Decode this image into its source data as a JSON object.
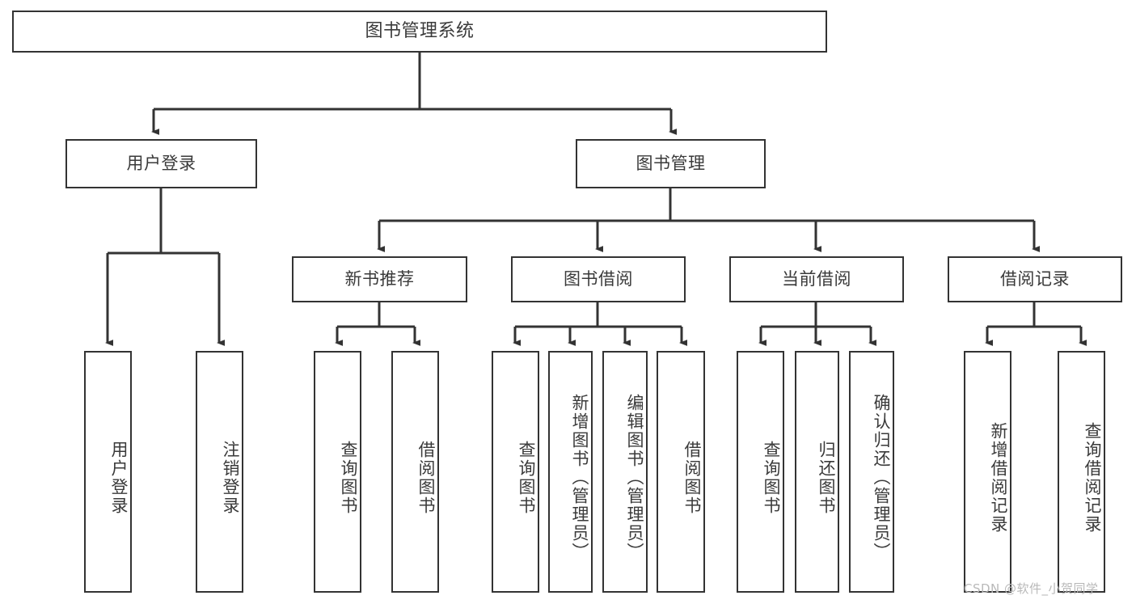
{
  "diagram": {
    "title": "图书管理系统",
    "type": "tree-hierarchy",
    "watermark": "CSDN @软件_小贺同学",
    "colors": {
      "box_border": "#333333",
      "box_fill": "#ffffff",
      "edge": "#333333",
      "text": "#3a3a3a",
      "background": "#ffffff",
      "watermark": "#b9b9b9"
    },
    "nodes": {
      "root": {
        "label": "图书管理系统"
      },
      "level1": [
        {
          "id": "user-login",
          "label": "用户登录"
        },
        {
          "id": "book-manage",
          "label": "图书管理"
        }
      ],
      "level2": [
        {
          "id": "new-book-rec",
          "label": "新书推荐"
        },
        {
          "id": "book-borrow",
          "label": "图书借阅"
        },
        {
          "id": "current-borrow",
          "label": "当前借阅"
        },
        {
          "id": "borrow-record",
          "label": "借阅记录"
        }
      ],
      "leaves": [
        {
          "id": "leaf-user-login",
          "label": "用户登录",
          "parent": "user-login"
        },
        {
          "id": "leaf-logout",
          "label": "注销登录",
          "parent": "user-login"
        },
        {
          "id": "leaf-query-book-1",
          "label": "查询图书",
          "parent": "new-book-rec"
        },
        {
          "id": "leaf-borrow-book-1",
          "label": "借阅图书",
          "parent": "new-book-rec"
        },
        {
          "id": "leaf-query-book-2",
          "label": "查询图书",
          "parent": "book-borrow"
        },
        {
          "id": "leaf-add-book",
          "label": "新增图书（管理员）",
          "parent": "book-borrow"
        },
        {
          "id": "leaf-edit-book",
          "label": "编辑图书（管理员）",
          "parent": "book-borrow"
        },
        {
          "id": "leaf-borrow-book-2",
          "label": "借阅图书",
          "parent": "book-borrow"
        },
        {
          "id": "leaf-query-book-3",
          "label": "查询图书",
          "parent": "current-borrow"
        },
        {
          "id": "leaf-return-book",
          "label": "归还图书",
          "parent": "current-borrow"
        },
        {
          "id": "leaf-confirm-return",
          "label": "确认归还（管理员）",
          "parent": "current-borrow"
        },
        {
          "id": "leaf-add-record",
          "label": "新增借阅记录",
          "parent": "borrow-record"
        },
        {
          "id": "leaf-query-record",
          "label": "查询借阅记录",
          "parent": "borrow-record"
        }
      ]
    }
  }
}
